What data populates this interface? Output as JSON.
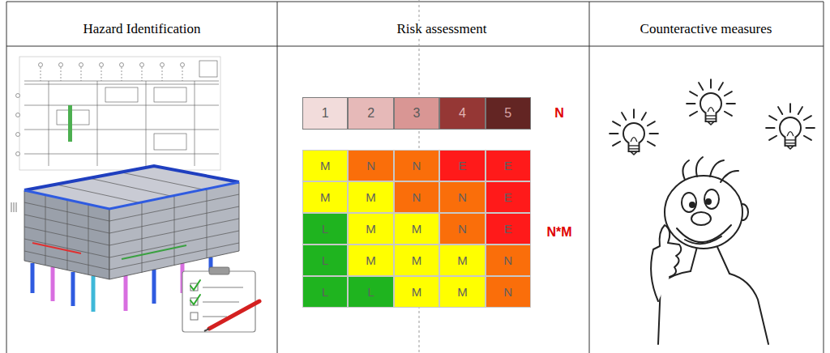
{
  "diagram": {
    "nodes": [
      {
        "text": [
          "1"
        ]
      },
      {
        "text": [
          "2"
        ]
      },
      {
        "text": [
          "3"
        ]
      },
      {
        "text": [
          "4"
        ]
      },
      {
        "text": [
          "5"
        ]
      },
      {
        "text": [
          "M"
        ]
      },
      {
        "text": [
          "N"
        ]
      },
      {
        "text": [
          "N"
        ]
      },
      {
        "text": [
          "E"
        ]
      },
      {
        "text": [
          "E"
        ]
      },
      {
        "text": [
          "M"
        ]
      },
      {
        "text": [
          "M"
        ]
      },
      {
        "text": [
          "N"
        ]
      },
      {
        "text": [
          "N"
        ]
      },
      {
        "text": [
          "E"
        ]
      },
      {
        "text": [
          "L"
        ]
      },
      {
        "text": [
          "M"
        ]
      },
      {
        "text": [
          "M"
        ]
      },
      {
        "text": [
          "N"
        ]
      },
      {
        "text": [
          "E"
        ]
      },
      {
        "text": [
          "L"
        ]
      },
      {
        "text": [
          "M"
        ]
      },
      {
        "text": [
          "M"
        ]
      },
      {
        "text": [
          "M"
        ]
      },
      {
        "text": [
          "N"
        ]
      },
      {
        "text": [
          "L"
        ]
      },
      {
        "text": [
          "L"
        ]
      },
      {
        "text": [
          "M"
        ]
      },
      {
        "text": [
          "M"
        ]
      },
      {
        "text": [
          "N"
        ]
      }
    ],
    "labels": [
      "Hazard Identification",
      "Risk assessment",
      "Counteractive measures",
      "N",
      "N*M"
    ]
  }
}
